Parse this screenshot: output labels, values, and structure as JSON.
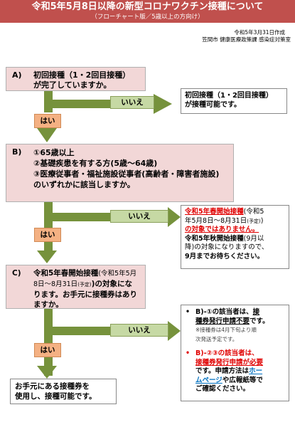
{
  "title": {
    "main": "令和5年5月8日以降の新型コロナワクチン接種について",
    "sub": "（フローチャート版／5歳以上の方向け）"
  },
  "meta": {
    "date": "令和5年3月31日作成",
    "dept": "笠間市 健康医療政策課 感染症対策室"
  },
  "labels": {
    "no": "いいえ",
    "yes": "はい"
  },
  "qA": {
    "label": "A)",
    "line1": "初回接種（1・2回目接種）",
    "line2": "が完了していますか。"
  },
  "rA": {
    "line1": "初回接種（1・2回目接種）",
    "line2": "が接種可能です。"
  },
  "qB": {
    "label": "B)",
    "line1": "①65歳以上",
    "line2": "②基礎疾患を有する方(5歳～64歳)",
    "line3": "③医療従事者・福祉施設従事者(高齢者・障害者施設)",
    "line4": "のいずれかに該当しますか。"
  },
  "rB": {
    "p1a": "令和5年春開始接種",
    "p1b": "(令和5",
    "p1c": "年5月8日～8月31日",
    "p1d": "(予定)",
    "p1e": ")",
    "p1f": "の対象ではありません。",
    "p2a": "令和5年秋開始接種",
    "p2b": "(9月以",
    "p2c": "降)の対象になりますので、",
    "p2d": "9月までお待ちください。"
  },
  "qC": {
    "label": "C)",
    "l1a": "令和5年春開始接種",
    "l1b": "(令和5年5月",
    "l2a": "8日～8月31日",
    "l2b": "(予定)",
    "l2c": ")の対象にな",
    "l3": "ります。お手元に接種券はあり",
    "l4": "ますか。"
  },
  "rC": {
    "b1": "•",
    "i1a": "B)-①の該当者は、",
    "i1b": "接",
    "i1c": "種券発行申請不要",
    "i1d": "です。",
    "i1note1": "※接種券は4月下旬より順",
    "i1note2": "次発送予定です。",
    "b2": "•",
    "i2a": "B)-②③の該当者は、",
    "i2b": "接種券発行申請が必要",
    "i2c": "です。申請方法は",
    "i2d": "ホー",
    "i2e": "ムページ",
    "i2f": "や広報紙等で",
    "i2g": "ご確認ください。"
  },
  "final": {
    "line1": "お手元にある接種券を",
    "line2": "使用し、接種可能です。"
  },
  "colors": {
    "title": "#c0504d",
    "question_bg": "#f2d7d7",
    "arrow": "#76923c",
    "no_bg": "#c6d9a4",
    "yes_bg": "#f4b183",
    "red": "#e00000",
    "link": "#0070c0"
  }
}
